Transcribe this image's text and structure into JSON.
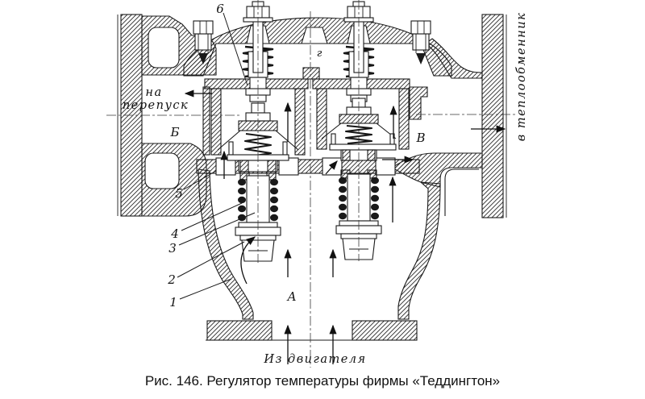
{
  "figure": {
    "caption": "Рис. 146. Регулятор температуры фирмы «Теддингтон»",
    "labels": {
      "bypass_line1": "на",
      "bypass_line2": "перепуск",
      "to_heat_exchanger": "в теплообменник",
      "from_engine": "Из двигателя",
      "zone_a": "А",
      "zone_b": "Б",
      "zone_v": "В",
      "zone_g": "г",
      "part_1": "1",
      "part_2": "2",
      "part_3": "3",
      "part_4": "4",
      "part_5": "5",
      "part_6": "6"
    },
    "colors": {
      "ink": "#1a1a1a",
      "paper": "#ffffff"
    }
  }
}
